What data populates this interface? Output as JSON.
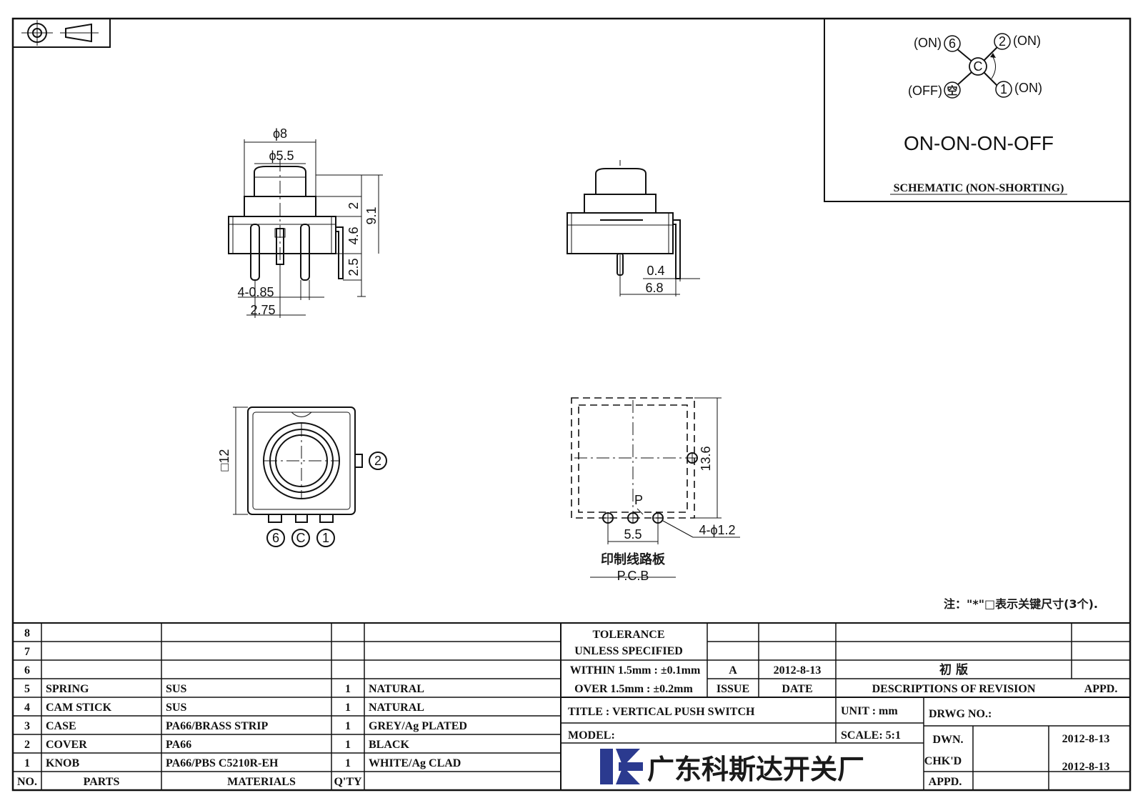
{
  "schematic": {
    "pin6": "(ON)",
    "pin2": "(ON)",
    "pin_off": "(OFF)",
    "pin1": "(ON)",
    "num6": "6",
    "num2": "2",
    "num1": "1",
    "common": "C",
    "empty": "空",
    "function": "ON-ON-ON-OFF",
    "title": "SCHEMATIC (NON-SHORTING)"
  },
  "front_view": {
    "phi8": "ϕ8",
    "phi55": "ϕ5.5",
    "d2": "2",
    "d46": "4.6",
    "d91": "9.1",
    "d25": "2.5",
    "pins": "4-0.85",
    "pitch": "2.75"
  },
  "side_view": {
    "d04": "0.4",
    "d68": "6.8"
  },
  "top_view": {
    "sq12": "□12",
    "pin2": "2",
    "pin6": "6",
    "pinC": "C",
    "pin1": "1"
  },
  "pcb_view": {
    "d136": "13.6",
    "p": "P",
    "d55": "5.5",
    "holes": "4-ϕ1.2",
    "label_cn": "印制线路板",
    "label_en": "P.C.B"
  },
  "note": "注：\"*\"□表示关键尺寸(3个).",
  "bom": {
    "empty_rows": [
      "8",
      "7",
      "6"
    ],
    "rows": [
      {
        "no": "5",
        "part": "SPRING",
        "material": "SUS",
        "qty": "1",
        "finish": "NATURAL"
      },
      {
        "no": "4",
        "part": "CAM STICK",
        "material": "SUS",
        "qty": "1",
        "finish": "NATURAL"
      },
      {
        "no": "3",
        "part": "CASE",
        "material": "PA66/BRASS STRIP",
        "qty": "1",
        "finish": "GREY/Ag PLATED"
      },
      {
        "no": "2",
        "part": "COVER",
        "material": "PA66",
        "qty": "1",
        "finish": "BLACK"
      },
      {
        "no": "1",
        "part": "KNOB",
        "material": "PA66/PBS C5210R-EH",
        "qty": "1",
        "finish": "WHITE/Ag CLAD"
      }
    ],
    "headers": {
      "no": "NO.",
      "parts": "PARTS",
      "materials": "MATERIALS",
      "qty": "Q'TY"
    }
  },
  "tolerance": {
    "line1": "TOLERANCE",
    "line2": "UNLESS  SPECIFIED",
    "line3": "WITHIN 1.5mm : ±0.1mm",
    "line4": "OVER 1.5mm : ±0.2mm"
  },
  "revision": {
    "issue": "A",
    "date": "2012-8-13",
    "description": "初  版",
    "issue_label": "ISSUE",
    "date_label": "DATE",
    "desc_label": "DESCRIPTIONS OF REVISION",
    "appd_label": "APPD."
  },
  "title_block": {
    "title": "TITLE :  VERTICAL PUSH SWITCH",
    "unit": "UNIT :  mm",
    "drwg": "DRWG NO.:",
    "model": "MODEL:",
    "scale": "SCALE:  5:1",
    "dwn": "DWN.",
    "chkd": "CHK'D",
    "appd": "APPD.",
    "dwn_date": "2012-8-13",
    "chkd_date": "2012-8-13",
    "company": "广东科斯达开关厂",
    "logo_color": "#2b3a8f"
  }
}
